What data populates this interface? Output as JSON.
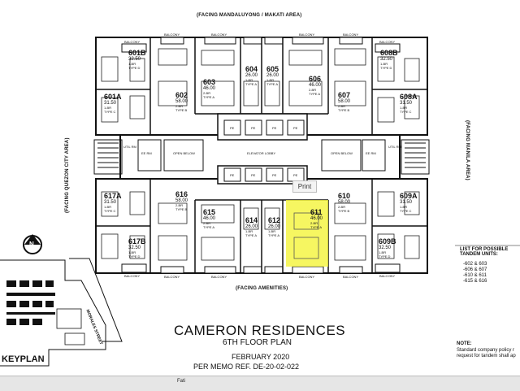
{
  "facing": {
    "top": "(FACING MANDALUYONG / MAKATI AREA)",
    "left": "(FACING QUEZON CITY AREA)",
    "right": "(FACING MANILA AREA)",
    "bottom": "(FACING AMENITIES)"
  },
  "elevator_lobby": "ELEVATOR LOBBY",
  "open_below_left": "OPEN BELOW",
  "open_below_right": "OPEN BELOW",
  "ee_rm_left": "EE RM",
  "ee_rm_right": "EE RM",
  "util_left": "UTIL RM",
  "util_right": "UTIL RM",
  "pe_label": "PE",
  "balcony_label": "BALCONY",
  "units": [
    {
      "id": "601B",
      "area": "32.50",
      "type": "1-BR",
      "kind": "TYPE D"
    },
    {
      "id": "601A",
      "area": "31.50",
      "type": "1-BR",
      "kind": "TYPE C"
    },
    {
      "id": "602",
      "area": "58.00",
      "type": "2-BR",
      "kind": "TYPE B"
    },
    {
      "id": "603",
      "area": "46.00",
      "type": "2-BR",
      "kind": "TYPE A"
    },
    {
      "id": "604",
      "area": "26.00",
      "type": "1-BR",
      "kind": "TYPE A"
    },
    {
      "id": "605",
      "area": "26.00",
      "type": "1-BR",
      "kind": "TYPE A"
    },
    {
      "id": "606",
      "area": "46.00",
      "type": "2-BR",
      "kind": "TYPE A"
    },
    {
      "id": "607",
      "area": "58.00",
      "type": "2-BR",
      "kind": "TYPE B"
    },
    {
      "id": "608B",
      "area": "32.50",
      "type": "1-BR",
      "kind": "TYPE D"
    },
    {
      "id": "608A",
      "area": "31.50",
      "type": "1-BR",
      "kind": "TYPE C"
    },
    {
      "id": "617A",
      "area": "31.50",
      "type": "1-BR",
      "kind": "TYPE C"
    },
    {
      "id": "617B",
      "area": "32.50",
      "type": "1-BR",
      "kind": "TYPE D"
    },
    {
      "id": "616",
      "area": "58.00",
      "type": "2-BR",
      "kind": "TYPE B"
    },
    {
      "id": "615",
      "area": "46.00",
      "type": "2-BR",
      "kind": "TYPE A"
    },
    {
      "id": "614",
      "area": "26.00",
      "type": "1-BR",
      "kind": "TYPE A"
    },
    {
      "id": "612",
      "area": "26.00",
      "type": "1-BR",
      "kind": "TYPE A"
    },
    {
      "id": "611",
      "area": "46.00",
      "type": "2-BR",
      "kind": "TYPE A"
    },
    {
      "id": "610",
      "area": "58.00",
      "type": "2-BR",
      "kind": "TYPE B"
    },
    {
      "id": "609A",
      "area": "31.50",
      "type": "1-BR",
      "kind": "TYPE C"
    },
    {
      "id": "609B",
      "area": "32.50",
      "type": "1-BR",
      "kind": "TYPE D"
    }
  ],
  "title": "CAMERON RESIDENCES",
  "subtitle": "6TH FLOOR PLAN",
  "date": "FEBRUARY 2020",
  "memo": "PER MEMO REF. DE-20-02-022",
  "keyplan": "KEYPLAN",
  "street": "MORALES STREET",
  "tandem_title": "LIST FOR POSSIBLE TANDEM UNITS:",
  "tandem_items": [
    "-602 & 603",
    "-606 & 607",
    "-610 & 611",
    "-615 & 616"
  ],
  "note_title": "NOTE:",
  "note_text_1": "Standard company policy r",
  "note_text_2": "request for tandem shall ap",
  "print_tooltip": "Print",
  "north": "N",
  "taskbar_text": "Fati",
  "colors": {
    "highlight": "#f4f43a",
    "line": "#111111"
  }
}
